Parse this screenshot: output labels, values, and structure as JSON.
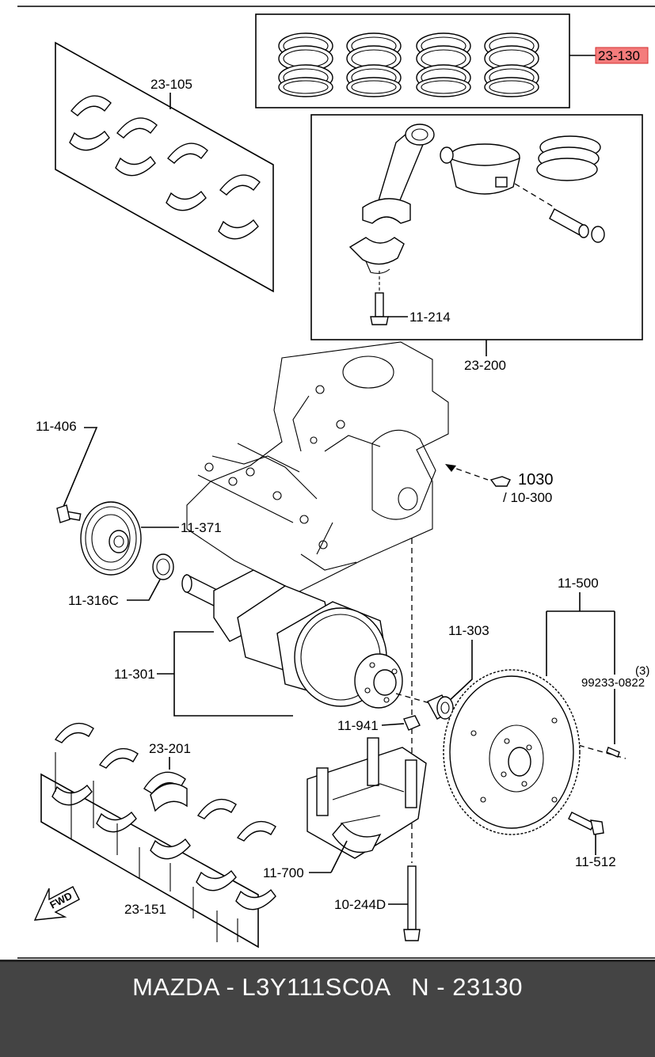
{
  "labels": {
    "ring_set": "23-130",
    "main_bearing_upper": "23-105",
    "piston_assy": "23-200",
    "bolt_conrod": "11-214",
    "pulley_bolt": "11-406",
    "pulley": "11-371",
    "seal_front": "11-316C",
    "crankshaft": "11-301",
    "pilot_bearing": "11-303",
    "key": "11-941",
    "thrust_bearing": "23-201",
    "main_bearing_lower": "23-151",
    "bearing_cap": "11-700",
    "cap_bolt": "10-244D",
    "flywheel_assy": "11-500",
    "pin_qty": "(3)",
    "pin": "99233-0822",
    "flywheel_bolt": "11-512",
    "block_ref": "1030",
    "block_ref_sub": "/ 10-300",
    "fwd": "FWD"
  },
  "colors": {
    "highlight_fill": "#f47c7c",
    "highlight_border": "#d32f2f",
    "footer_bg": "#444444",
    "footer_text": "#ffffff"
  },
  "footer": {
    "text": "MAZDA - L3Y111SC0A   N - 23130"
  }
}
